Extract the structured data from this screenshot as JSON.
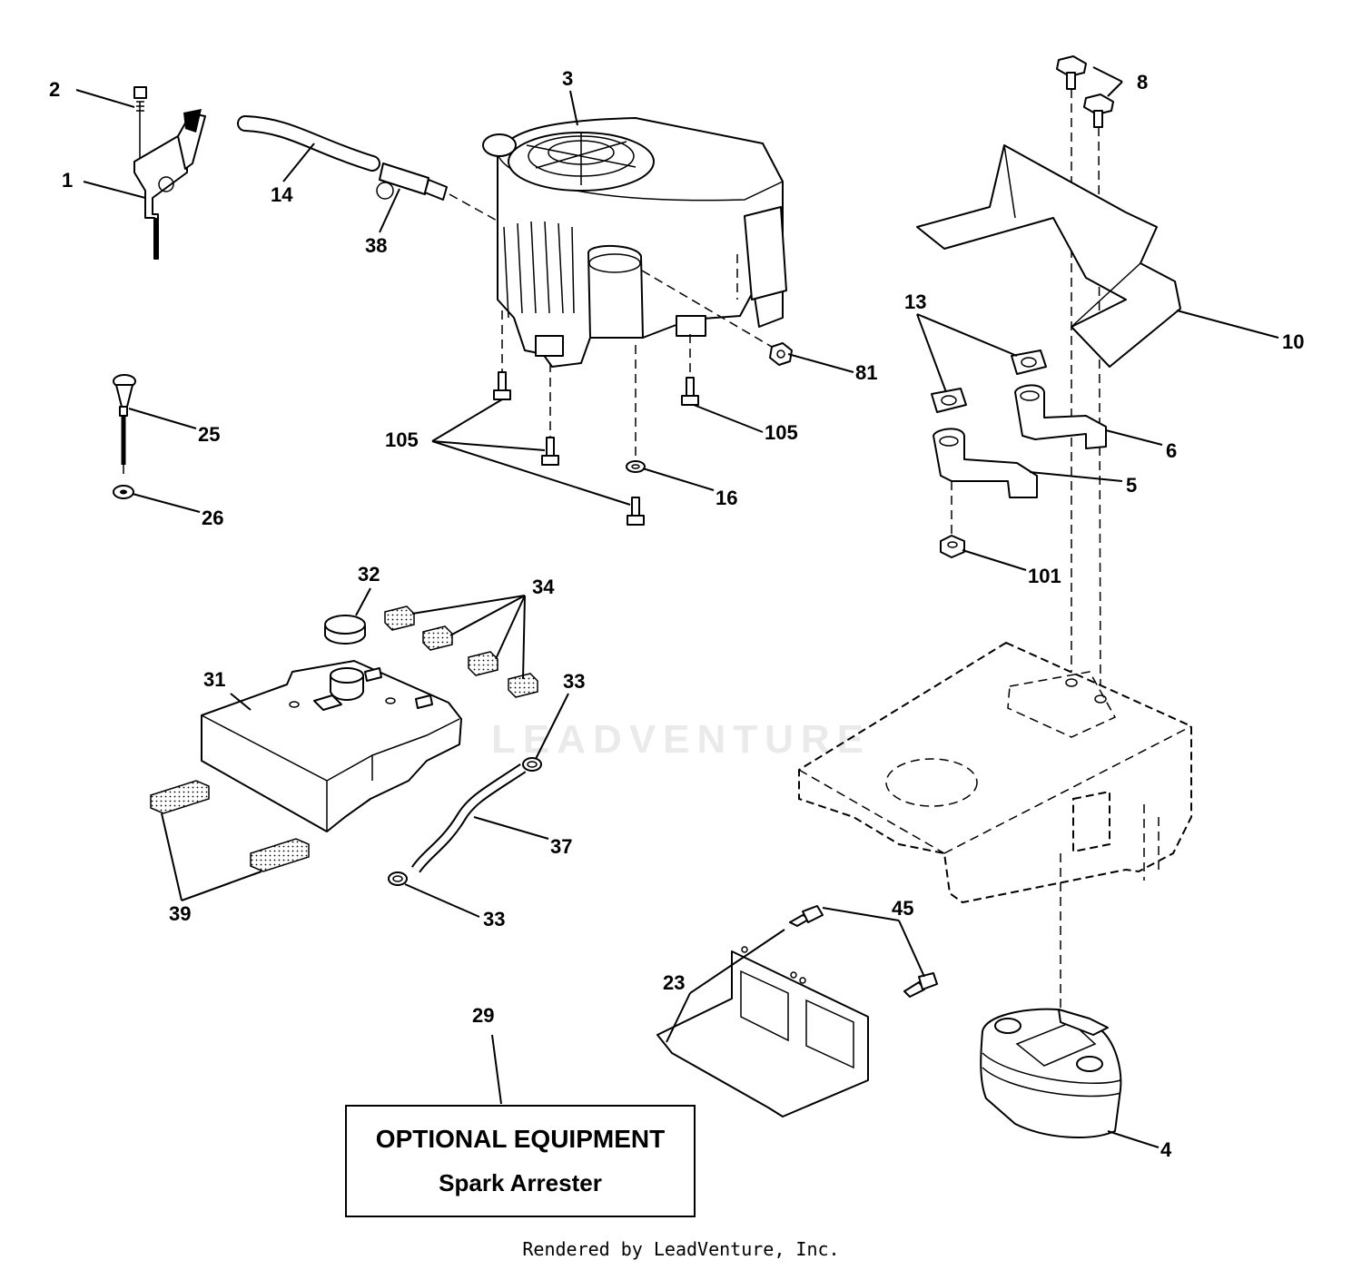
{
  "labels": {
    "p1": "1",
    "p2": "2",
    "p3": "3",
    "p4": "4",
    "p5": "5",
    "p6": "6",
    "p8": "8",
    "p10": "10",
    "p13": "13",
    "p14": "14",
    "p16": "16",
    "p23": "23",
    "p25": "25",
    "p26": "26",
    "p29": "29",
    "p31": "31",
    "p32": "32",
    "p33a": "33",
    "p33b": "33",
    "p34": "34",
    "p37": "37",
    "p38": "38",
    "p39": "39",
    "p45": "45",
    "p81": "81",
    "p101": "101",
    "p105a": "105",
    "p105b": "105"
  },
  "callout": {
    "title": "OPTIONAL EQUIPMENT",
    "subtitle": "Spark Arrester"
  },
  "watermark": "LEADVENTURE",
  "footer": "Rendered by LeadVenture, Inc."
}
